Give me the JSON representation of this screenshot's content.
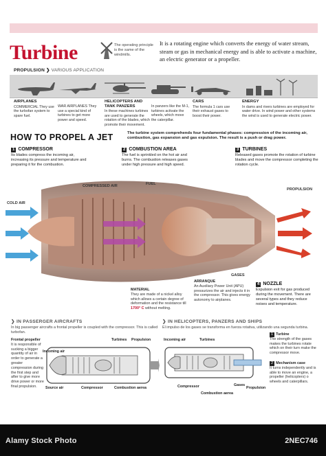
{
  "header": {
    "title": "Turbine",
    "operating_note": "The operating principle is the same of the windmills.",
    "intro": "It is a rotating engine which converts the energy of water stream, steam or gas in mechanical energy and is able to activate a machine, an electric generator or a propeller."
  },
  "propulsion": {
    "heading": "PROPULSION",
    "subheading": "VARIOUS APPLICATION",
    "vehicles": [
      {
        "title": "AIRPLANES",
        "text": "COMMERCIAL They use the turbofan system to spare fuel.",
        "icon": "airliner-icon"
      },
      {
        "title": "",
        "text": "WAR AIRPLANES They use a special kind of turbines to get more power and speed.",
        "icon": "fighter-jet-icon"
      },
      {
        "title": "HELICOPTERS AND TANK PANZERS",
        "text": "In these machines turbines are used to generate the rotation of the blades, which promote their movement.",
        "icon": "helicopter-icon"
      },
      {
        "title": "",
        "text": "In panzers like the M-1, turbines activate the wheels, which move the caterpillar.",
        "icon": "tank-icon"
      },
      {
        "title": "CARS",
        "text": "The formula 1 cars use their exhaust gases to boost their power.",
        "icon": "race-car-icon"
      },
      {
        "title": "ENERGY",
        "text": "In dams and rivers turbines are employed for water drive. In wind power and other systems the wind is used to generate electric power.",
        "icon": "power-plant-icon"
      }
    ]
  },
  "jet": {
    "heading": "HOW TO PROPEL A JET",
    "description": "The turbine system comprehends four fundamental phases: compression of the incoming air, combustion, gas expansion and gas expulsion. The result is a push or drag power.",
    "phases": [
      {
        "num": "1",
        "title": "COMPRESSOR",
        "text": "Its blades compress the incoming air, increasing its pressure and temperature and preparing it for the combustion."
      },
      {
        "num": "2",
        "title": "COMBUSTION AREA",
        "text": "The fuel is sprinkled on the hot air and burns. The combustion releases gases under high pressure and high speed."
      },
      {
        "num": "3",
        "title": "TURBINES",
        "text": "Released gases promote the rotation of turbine blades and move the compressor completing the rotation cycle."
      },
      {
        "num": "4",
        "title": "NOZZLE",
        "text": "Expulsion exit for gas produced during the movement. There are several types and they reduce noises and temperature."
      }
    ],
    "labels": {
      "cold_air": "COLD AIR",
      "compressed_air": "COMPRESSED AIR",
      "fuel": "FUEL",
      "propulsion": "PROPULSION",
      "gases": "GASES",
      "arranque": "ARRANQUE",
      "arranque_text": "An Auxiliary Power Unit (APU) pressurizes the air and injects it in the compressor. This gives energy autonomy to airplanes.",
      "material": "MATERIAL",
      "material_text": "They are made of a nickel alloy which allows a certain degree of deformation and the resistance till",
      "material_temp": "1700° C",
      "material_tail": "without melting."
    }
  },
  "passenger": {
    "heading": "IN PASSERGER AIRCRAFTS",
    "subtitle": "In big passenger aircrafts a frontal propeller is coupled with the compressor. This is called turbofan.",
    "frontal_title": "Frontal propeller",
    "frontal_text": "It is responsible of sucking a bigger quantity of air in order to generate a greater compression during the first step and after to give more drive power or more final propulsion.",
    "labels": {
      "incoming": "Incoming air",
      "turbines": "Turbines",
      "propulsion": "Propulsion",
      "source": "Source air",
      "compressor": "Compressor",
      "combustion": "Combustion aerea"
    }
  },
  "heli": {
    "heading": "IN HELICOPTERS, PANZERS AND SHIPS",
    "subtitle": "El impulso de los gases se transforma en fuerza rotativa, utilizando una segunda turbina.",
    "labels": {
      "incoming": "Incoming air",
      "turbines": "Turbines",
      "compressor": "Compressor",
      "combustion": "Combustion aerea",
      "gases": "Gases",
      "propulsion": "Propulsion"
    },
    "side": [
      {
        "num": "1",
        "title": "Turbine",
        "text": "The strength of the gases makes the turbines rotate which on their turn make the compressor move."
      },
      {
        "num": "2",
        "title": "Mechanism case",
        "text": "It turns independently and is able to move an engine, a propeller (helicopters) o wheels and caterpillars."
      }
    ]
  },
  "footer": {
    "brand": "Alamy Stock Photo",
    "image_id": "2NEC746"
  },
  "colors": {
    "title_red": "#c4122f",
    "arrow_blue": "#4aa3d8",
    "arrow_red": "#d8402a",
    "arrow_purple": "#b24aa8",
    "engine_copper": "#c98a6a"
  }
}
